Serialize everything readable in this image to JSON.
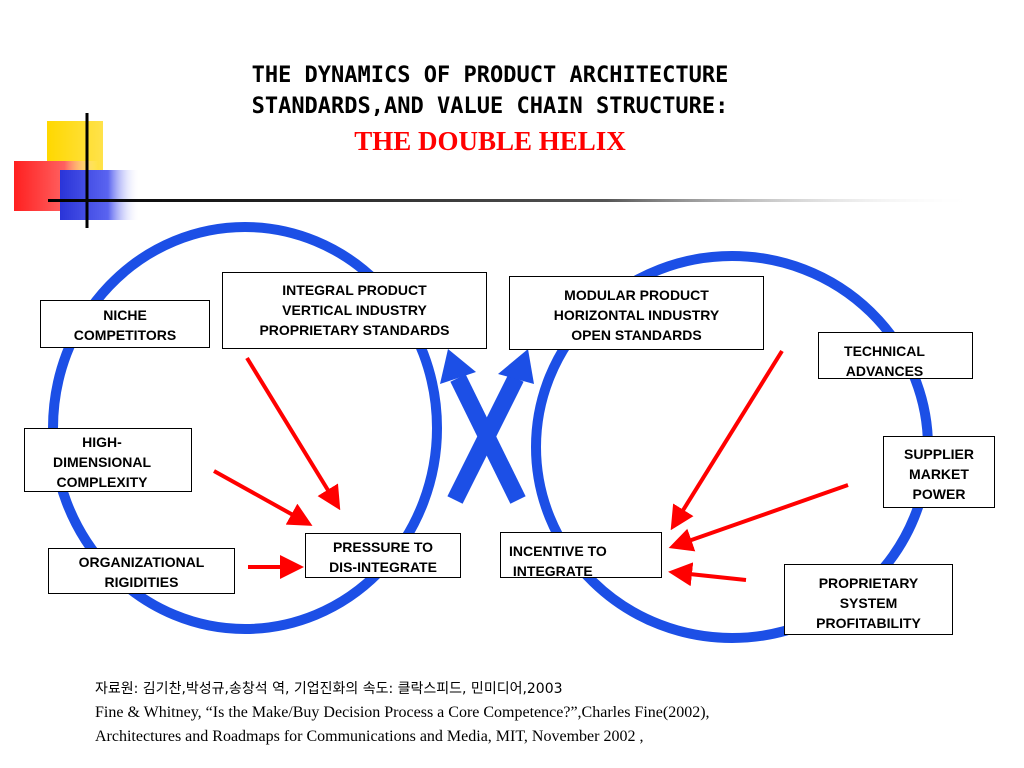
{
  "title": {
    "line1": "THE DYNAMICS OF PRODUCT ARCHITECTURE",
    "line2": "STANDARDS,AND VALUE CHAIN STRUCTURE:",
    "subtitle": "THE DOUBLE HELIX"
  },
  "boxes": {
    "integral": [
      "INTEGRAL PRODUCT",
      "VERTICAL INDUSTRY",
      "PROPRIETARY STANDARDS"
    ],
    "modular": [
      "MODULAR PRODUCT",
      "HORIZONTAL INDUSTRY",
      "OPEN STANDARDS"
    ],
    "niche": [
      "NICHE",
      "COMPETITORS"
    ],
    "high_dim": [
      "HIGH-",
      "DIMENSIONAL",
      "COMPLEXITY"
    ],
    "org_rigid": [
      "ORGANIZATIONAL",
      "RIGIDITIES"
    ],
    "pressure": [
      "PRESSURE TO",
      "DIS-INTEGRATE"
    ],
    "incentive": [
      "INCENTIVE TO",
      " INTEGRATE"
    ],
    "technical": [
      "TECHNICAL",
      "ADVANCES"
    ],
    "supplier": [
      "SUPPLIER",
      "MARKET",
      "POWER"
    ],
    "proprietary_sys": [
      "PROPRIETARY",
      "SYSTEM",
      "PROFITABILITY"
    ]
  },
  "source": {
    "korean": "자료원: 김기찬,박성규,송창석 역, 기업진화의 속도: 클락스피드, 민미디어,2003",
    "line2": "Fine & Whitney, “Is the Make/Buy Decision Process a Core Competence?”,Charles Fine(2002),",
    "line3": "Architectures and Roadmaps for Communications and Media, MIT, November 2002 ,"
  },
  "colors": {
    "loop": "#1c4fe6",
    "arrow_red": "#ff0000",
    "arrow_blue": "#1c4fe6",
    "title_red": "#ff0000",
    "deco_yellow": "#ffd800",
    "deco_red": "#ff3030",
    "deco_blue": "#2a34d8"
  }
}
